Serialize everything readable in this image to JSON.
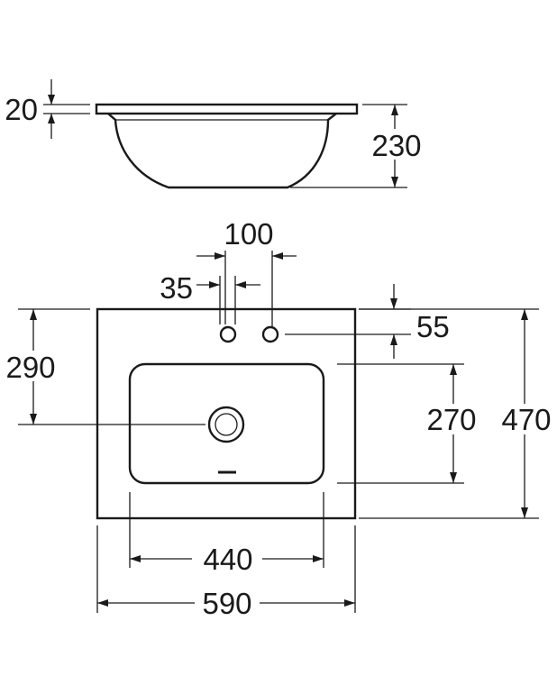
{
  "dimensions": {
    "rim_thickness": "20",
    "side_height": "230",
    "tap_hole_spacing": "100",
    "tap_hole_diameter": "35",
    "tap_hole_offset": "55",
    "drain_offset": "290",
    "bowl_depth": "270",
    "overall_depth": "470",
    "bowl_width": "440",
    "overall_width": "590"
  }
}
